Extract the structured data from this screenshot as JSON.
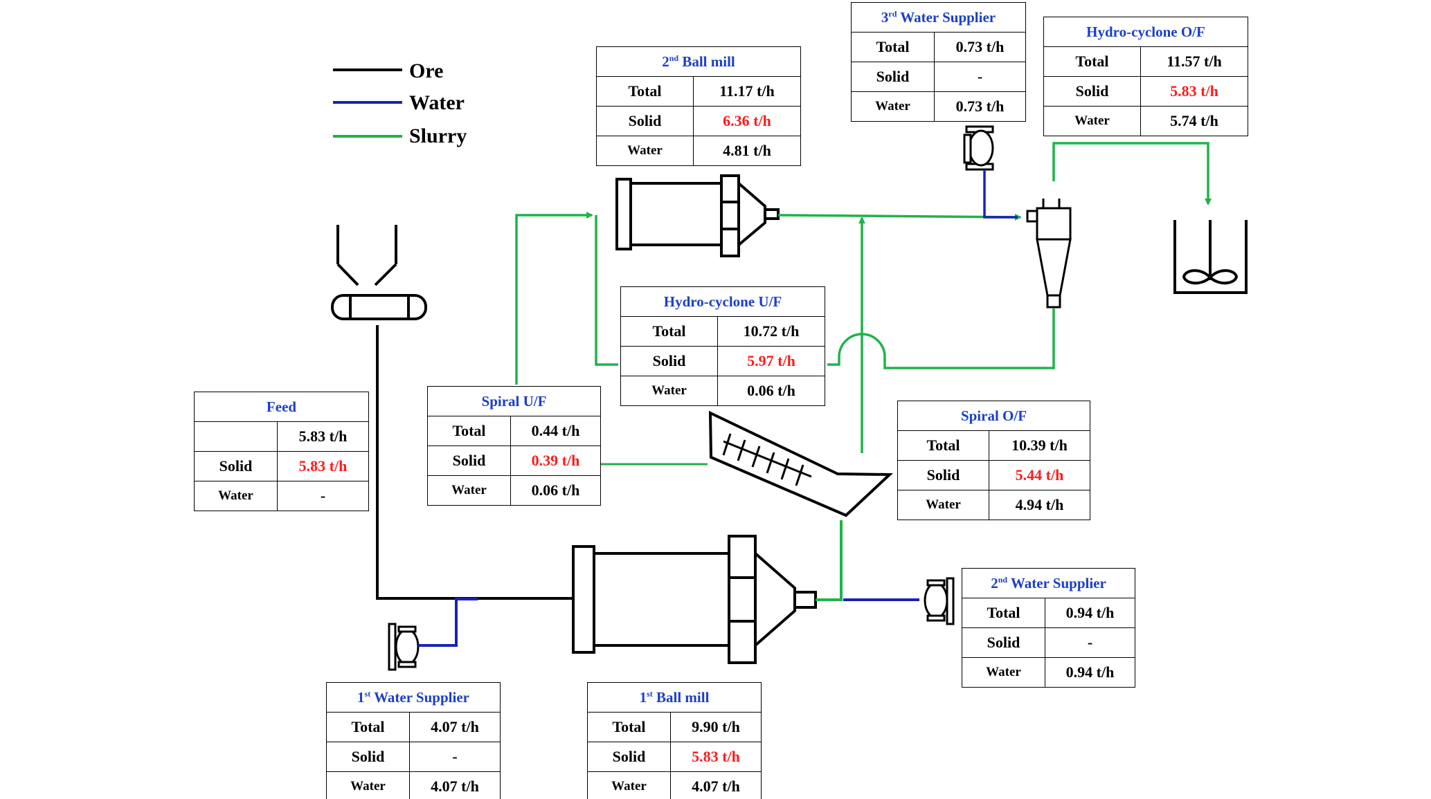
{
  "legend": {
    "ore": "Ore",
    "water": "Water",
    "slurry": "Slurry"
  },
  "colors": {
    "ore": "#000000",
    "water": "#1a22b5",
    "slurry": "#1fb34a",
    "title_blue": "#1a3fc8",
    "value_red": "#ff1a1a"
  },
  "tables": {
    "feed": {
      "title": "Feed",
      "row1_label": "",
      "row1_value": "5.83 t/h",
      "row2_label": "Solid",
      "row2_value": "5.83 t/h",
      "row3_label": "Water",
      "row3_value": "-"
    },
    "ball_mill_2": {
      "title_num": "2",
      "title_sup": "nd",
      "title_rest": " Ball mill",
      "row1_label": "Total",
      "row1_value": "11.17 t/h",
      "row2_label": "Solid",
      "row2_value": "6.36 t/h",
      "row3_label": "Water",
      "row3_value": "4.81 t/h"
    },
    "water_supplier_3": {
      "title_num": "3",
      "title_sup": "rd",
      "title_rest": " Water Supplier",
      "row1_label": "Total",
      "row1_value": "0.73 t/h",
      "row2_label": "Solid",
      "row2_value": "-",
      "row3_label": "Water",
      "row3_value": "0.73 t/h"
    },
    "hydrocyclone_of": {
      "title": "Hydro-cyclone O/F",
      "row1_label": "Total",
      "row1_value": "11.57 t/h",
      "row2_label": "Solid",
      "row2_value": "5.83 t/h",
      "row3_label": "Water",
      "row3_value": "5.74 t/h"
    },
    "hydrocyclone_uf": {
      "title": "Hydro-cyclone U/F",
      "row1_label": "Total",
      "row1_value": "10.72 t/h",
      "row2_label": "Solid",
      "row2_value": "5.97 t/h",
      "row3_label": "Water",
      "row3_value": "0.06 t/h"
    },
    "spiral_uf": {
      "title": "Spiral U/F",
      "row1_label": "Total",
      "row1_value": "0.44 t/h",
      "row2_label": "Solid",
      "row2_value": "0.39 t/h",
      "row3_label": "Water",
      "row3_value": "0.06 t/h"
    },
    "spiral_of": {
      "title": "Spiral O/F",
      "row1_label": "Total",
      "row1_value": "10.39 t/h",
      "row2_label": "Solid",
      "row2_value": "5.44 t/h",
      "row3_label": "Water",
      "row3_value": "4.94 t/h"
    },
    "water_supplier_2": {
      "title_num": "2",
      "title_sup": "nd",
      "title_rest": " Water Supplier",
      "row1_label": "Total",
      "row1_value": "0.94 t/h",
      "row2_label": "Solid",
      "row2_value": "-",
      "row3_label": "Water",
      "row3_value": "0.94 t/h"
    },
    "water_supplier_1": {
      "title_num": "1",
      "title_sup": "st",
      "title_rest": " Water Supplier",
      "row1_label": "Total",
      "row1_value": "4.07 t/h",
      "row2_label": "Solid",
      "row2_value": "-",
      "row3_label": "Water",
      "row3_value": "4.07 t/h"
    },
    "ball_mill_1": {
      "title_num": "1",
      "title_sup": "st",
      "title_rest": " Ball mill",
      "row1_label": "Total",
      "row1_value": "9.90 t/h",
      "row2_label": "Solid",
      "row2_value": "5.83 t/h",
      "row3_label": "Water",
      "row3_value": "4.07 t/h"
    }
  }
}
